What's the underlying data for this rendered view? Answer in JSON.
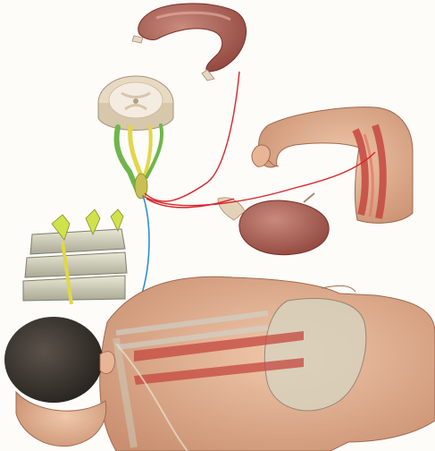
{
  "illustration": {
    "colors": {
      "nerve_red": "#d8252a",
      "nerve_blue": "#2f8fd1",
      "nerve_yellow": "#e3d64a",
      "nerve_green": "#6fb64a",
      "skin": "#e8b696",
      "muscle": "#c4473f",
      "organ": "#a85a4e",
      "bone": "#d9d7bf",
      "hair": "#3b3733"
    },
    "parts": [
      "stomach",
      "spinal-cord-section",
      "arm",
      "kidney",
      "vertebrae",
      "human-back"
    ]
  }
}
